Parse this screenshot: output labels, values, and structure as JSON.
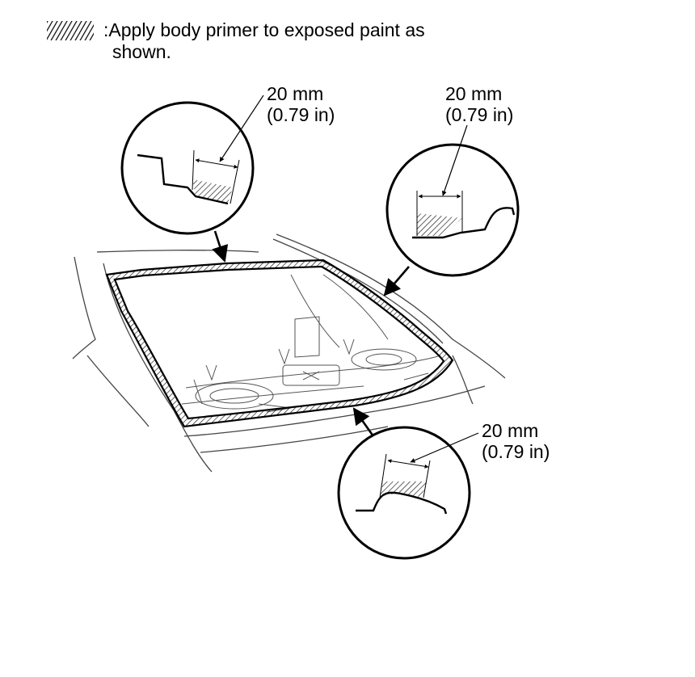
{
  "legend": {
    "symbol": "hatched-primer-swatch",
    "text_line1": ":Apply body primer to exposed paint as",
    "text_line2": "shown."
  },
  "callouts": [
    {
      "id": "top-left",
      "metric": "20 mm",
      "imperial": "(0.79 in)"
    },
    {
      "id": "top-right",
      "metric": "20 mm",
      "imperial": "(0.79 in)"
    },
    {
      "id": "bottom",
      "metric": "20 mm",
      "imperial": "(0.79 in)"
    }
  ],
  "colors": {
    "line": "#000000",
    "background": "#ffffff",
    "hatch": "#000000",
    "car_line": "#555555"
  }
}
